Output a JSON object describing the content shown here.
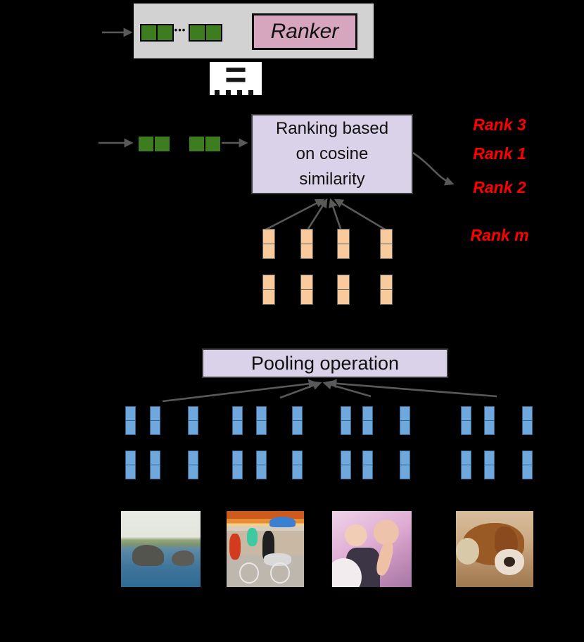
{
  "colors": {
    "background": "#000000",
    "panel_gray": "#d2d2d2",
    "token_green": "#3d7c1f",
    "ranker_pink": "#d5a6bd",
    "box_lavender": "#d9d2e9",
    "token_orange": "#f9cb9c",
    "token_blue": "#6fa8dc",
    "rank_red": "#fe0000",
    "arrow_gray": "#595959"
  },
  "top": {
    "dots": "•••",
    "ranker_label": "Ranker"
  },
  "equals": {
    "symbol": "="
  },
  "ranking_box": {
    "line1": "Ranking based",
    "line2": "on cosine",
    "line3": "similarity"
  },
  "ranks": [
    {
      "label": "Rank 3"
    },
    {
      "label": "Rank 1"
    },
    {
      "label": "Rank 2"
    },
    {
      "label": "Rank m"
    }
  ],
  "pooling_box": {
    "label": "Pooling operation"
  },
  "images": [
    {
      "name": "elephants-wading-in-water"
    },
    {
      "name": "street-scene-with-bicycles"
    },
    {
      "name": "two-friends-smiling"
    },
    {
      "name": "sleeping-spaniel-dog"
    }
  ]
}
